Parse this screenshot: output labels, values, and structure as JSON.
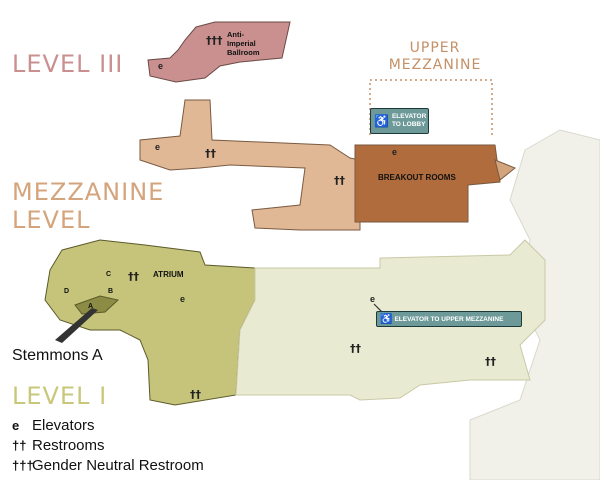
{
  "levels": {
    "level3": "LEVEL III",
    "mezzanine_line1": "MEZZANINE",
    "mezzanine_line2": "LEVEL",
    "level1": "LEVEL I"
  },
  "upper_mezzanine": {
    "line1": "UPPER",
    "line2": "MEZZANINE"
  },
  "rooms": {
    "ballroom_line1": "Anti-",
    "ballroom_line2": "Imperial",
    "ballroom_line3": "Ballroom",
    "breakout": "BREAKOUT ROOMS",
    "atrium": "ATRIUM",
    "a": "A",
    "b": "B",
    "c": "C",
    "d": "D"
  },
  "callouts": {
    "elevator_lobby_line1": "ELEVATOR",
    "elevator_lobby_line2": "TO LOBBY",
    "elevator_upper": "ELEVATOR TO UPPER MEZZANINE",
    "stemmons": "Stemmons A"
  },
  "legend": {
    "elevators": "Elevators",
    "restrooms": "Restrooms",
    "gender_neutral": "Gender Neutral Restroom",
    "elevator_icon": "e",
    "restroom_icon": "††",
    "gender_neutral_icon": "†††"
  },
  "colors": {
    "level3": "#c9908f",
    "mezzanine": "#d4a47c",
    "mezzanine_dark": "#b06c3c",
    "level1": "#c8c77a",
    "level1_light": "#e9ead2",
    "callout_bg": "#6d9a99"
  }
}
